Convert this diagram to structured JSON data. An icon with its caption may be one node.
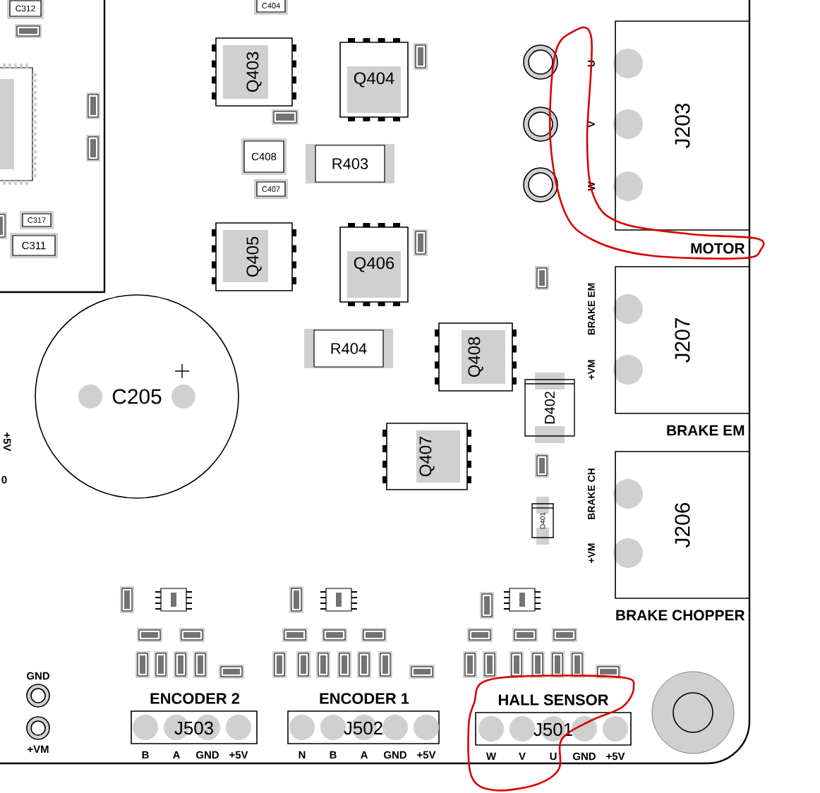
{
  "diagram": {
    "nodes": [
      {
        "text": [
          "C312"
        ]
      },
      {
        "text": [
          "C404"
        ]
      },
      {
        "text": [
          "Q403"
        ]
      },
      {
        "text": [
          "Q404"
        ]
      },
      {
        "text": [
          "C408"
        ]
      },
      {
        "text": [
          "R403"
        ]
      },
      {
        "text": [
          "C407"
        ]
      },
      {
        "text": [
          "C317"
        ]
      },
      {
        "text": [
          "C311"
        ]
      },
      {
        "text": [
          "J203",
          "MOTOR"
        ],
        "beside": [
          "U",
          "V",
          "W"
        ]
      },
      {
        "text": [
          "Q405"
        ]
      },
      {
        "text": [
          "Q406"
        ]
      },
      {
        "text": [
          "C205"
        ]
      },
      {
        "text": [
          "R404"
        ]
      },
      {
        "text": [
          "Q408"
        ]
      },
      {
        "text": [
          "J207",
          "BRAKE EM"
        ],
        "beside": [
          "BRAKE EM",
          "+VM"
        ]
      },
      {
        "text": [
          "D402"
        ]
      },
      {
        "text": [
          "Q407"
        ]
      },
      {
        "text": [
          "D401"
        ]
      },
      {
        "text": [
          "J206",
          "BRAKE CHOPPER"
        ],
        "beside": [
          "BRAKE CH",
          "+VM"
        ]
      },
      {
        "text": [
          "ENCODER 2",
          "J503"
        ],
        "beside": [
          "B",
          "A",
          "GND",
          "+5V"
        ]
      },
      {
        "text": [
          "ENCODER 1",
          "J502"
        ],
        "beside": [
          "N",
          "B",
          "A",
          "GND",
          "+5V"
        ]
      },
      {
        "text": [
          "HALL SENSOR",
          "J501"
        ],
        "beside": [
          "W",
          "V",
          "U",
          "GND",
          "+5V"
        ]
      }
    ],
    "labels": [
      "+5V",
      "0",
      "GND",
      "+VM"
    ]
  }
}
